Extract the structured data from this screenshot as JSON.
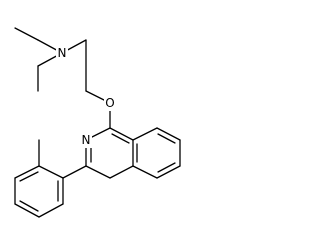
{
  "diagram": {
    "type": "skeletal structural formula",
    "atom_labels": {
      "amine_nitrogen": "N",
      "ether_oxygen": "O",
      "ring_nitrogen": "N"
    },
    "colors": {
      "ink": "#000000",
      "background": "#ffffff"
    }
  }
}
